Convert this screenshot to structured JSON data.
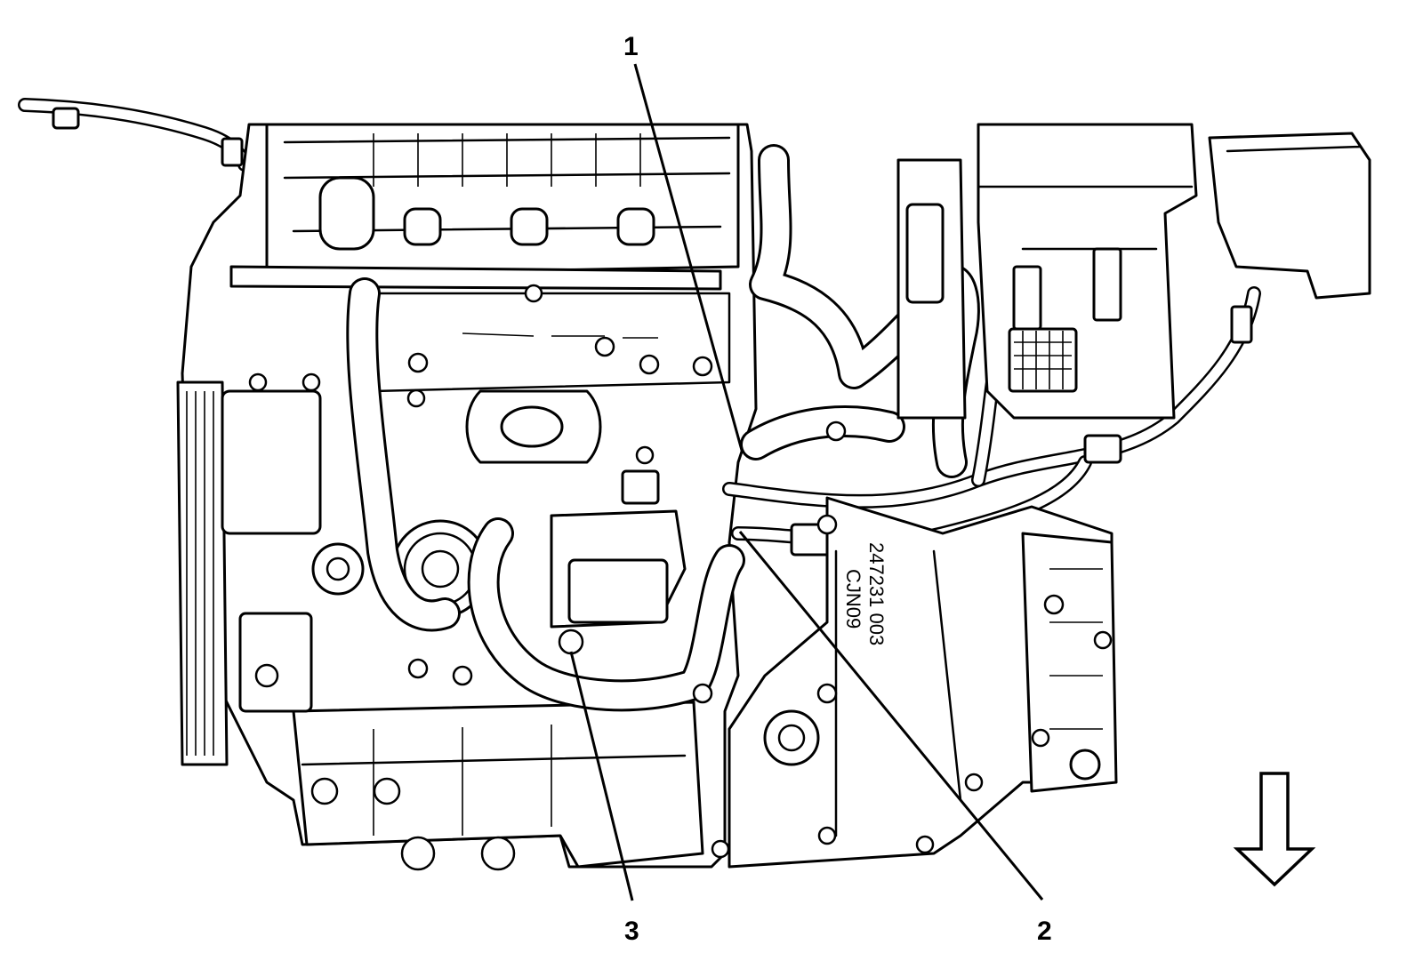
{
  "callouts": [
    {
      "id": "1",
      "label": "1"
    },
    {
      "id": "2",
      "label": "2"
    },
    {
      "id": "3",
      "label": "3"
    }
  ],
  "casting_text": [
    "247231 003",
    "CJN09"
  ],
  "direction_arrow": {
    "direction": "down",
    "icon": "down-arrow-icon"
  },
  "colors": {
    "line": "#000000",
    "background": "#ffffff"
  }
}
